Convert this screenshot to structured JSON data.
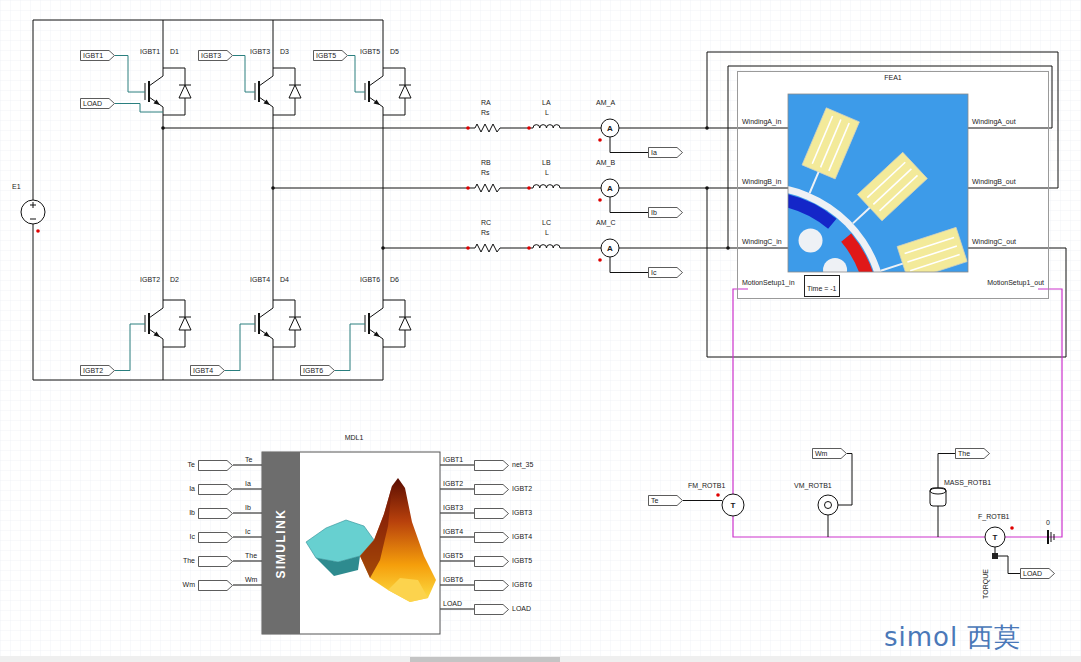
{
  "diagram": {
    "nodes": [
      {
        "text": [
          "IGBT1"
        ]
      },
      {
        "text": [
          "IGBT3"
        ]
      },
      {
        "text": [
          "IGBT5"
        ]
      },
      {
        "text": [
          "LOAD"
        ]
      },
      {
        "text": [
          "FEA1",
          "WindingA_in",
          "WindingA_out",
          "WindingB_in",
          "WindingB_out",
          "WindingC_in",
          "WindingC_out",
          "MotionSetup1_in",
          "MotionSetup1_out"
        ]
      },
      {
        "text": [
          "Time = -1"
        ],
        "in": 4
      },
      {
        "text": [
          "Ia"
        ]
      },
      {
        "text": [
          "Ib"
        ]
      },
      {
        "text": [
          "Ic"
        ]
      },
      {
        "text": [
          "IGBT2"
        ]
      },
      {
        "text": [
          "IGBT4"
        ]
      },
      {
        "text": [
          "IGBT6"
        ]
      },
      {
        "text": [
          "MDL1",
          "Te",
          "Ia",
          "Ib",
          "Ic",
          "The",
          "Wm",
          "IGBT1",
          "IGBT2",
          "IGBT3",
          "IGBT4",
          "IGBT5",
          "IGBT6",
          "LOAD",
          "SIMULINK"
        ]
      },
      {
        "text": [
          "Wm"
        ]
      },
      {
        "text": [
          "The"
        ]
      },
      {
        "text": [
          "Te"
        ]
      },
      {
        "text": [
          "Ia"
        ]
      },
      {
        "text": [
          "Ib"
        ]
      },
      {
        "text": [
          "Ic"
        ]
      },
      {
        "text": [
          "The"
        ]
      },
      {
        "text": [
          "Wm"
        ]
      },
      {
        "text": [
          "net_35"
        ]
      },
      {
        "text": [
          "IGBT2"
        ]
      },
      {
        "text": [
          "IGBT3"
        ]
      },
      {
        "text": [
          "IGBT4"
        ]
      },
      {
        "text": [
          "IGBT5"
        ]
      },
      {
        "text": [
          "IGBT6"
        ]
      },
      {
        "text": [
          "LOAD"
        ]
      },
      {
        "text": [
          "Te"
        ]
      },
      {
        "text": [
          "LOAD"
        ]
      }
    ],
    "edges": [
      {
        "from": 15,
        "to": 12,
        "arrow": "none"
      },
      {
        "from": 16,
        "to": 12,
        "arrow": "none"
      },
      {
        "from": 17,
        "to": 12,
        "arrow": "none"
      },
      {
        "from": 18,
        "to": 12,
        "arrow": "none"
      },
      {
        "from": 19,
        "to": 12,
        "arrow": "none"
      },
      {
        "from": 20,
        "to": 12,
        "arrow": "none"
      },
      {
        "from": 12,
        "to": 21,
        "arrow": "none"
      },
      {
        "from": 12,
        "to": 22,
        "arrow": "none"
      },
      {
        "from": 12,
        "to": 23,
        "arrow": "none"
      },
      {
        "from": 12,
        "to": 24,
        "arrow": "none"
      },
      {
        "from": 12,
        "to": 25,
        "arrow": "none"
      },
      {
        "from": 12,
        "to": 26,
        "arrow": "none"
      },
      {
        "from": 12,
        "to": 27,
        "arrow": "none"
      }
    ],
    "labels": [
      "E1",
      "IGBT1",
      "D1",
      "IGBT3",
      "D3",
      "IGBT5",
      "D5",
      "RA",
      "Rs",
      "LA",
      "L",
      "AM_A",
      "A",
      "RB",
      "Rs",
      "LB",
      "L",
      "AM_B",
      "A",
      "RC",
      "Rs",
      "LC",
      "L",
      "AM_C",
      "A",
      "IGBT2",
      "D2",
      "IGBT4",
      "D4",
      "IGBT6",
      "D6",
      "FM_ROTB1",
      "T",
      "VM_ROTB1",
      "MASS_ROTB1",
      "F_ROTB1",
      "T",
      "0",
      "TORQUE",
      "simol 西莫"
    ]
  }
}
